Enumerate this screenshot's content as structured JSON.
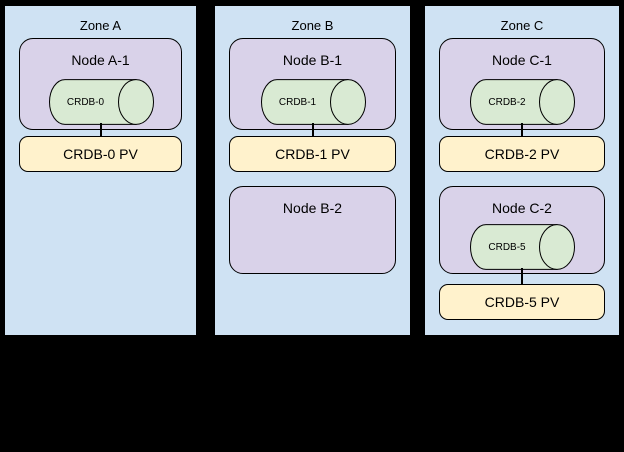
{
  "colors": {
    "canvas_bg": "#000000",
    "zone_bg": "#cfe2f3",
    "node_bg": "#d9d2e9",
    "cylinder_bg": "#d9ead3",
    "pv_bg": "#fff2cc",
    "border": "#000000",
    "text": "#000000"
  },
  "zones": [
    {
      "title": "Zone A",
      "nodes": [
        {
          "label": "Node A-1",
          "cylinder": "CRDB-0",
          "pv": "CRDB-0 PV"
        }
      ]
    },
    {
      "title": "Zone B",
      "nodes": [
        {
          "label": "Node B-1",
          "cylinder": "CRDB-1",
          "pv": "CRDB-1 PV"
        },
        {
          "label": "Node B-2"
        }
      ]
    },
    {
      "title": "Zone C",
      "nodes": [
        {
          "label": "Node C-1",
          "cylinder": "CRDB-2",
          "pv": "CRDB-2 PV"
        },
        {
          "label": "Node C-2",
          "cylinder": "CRDB-5",
          "pv": "CRDB-5 PV"
        }
      ]
    }
  ]
}
